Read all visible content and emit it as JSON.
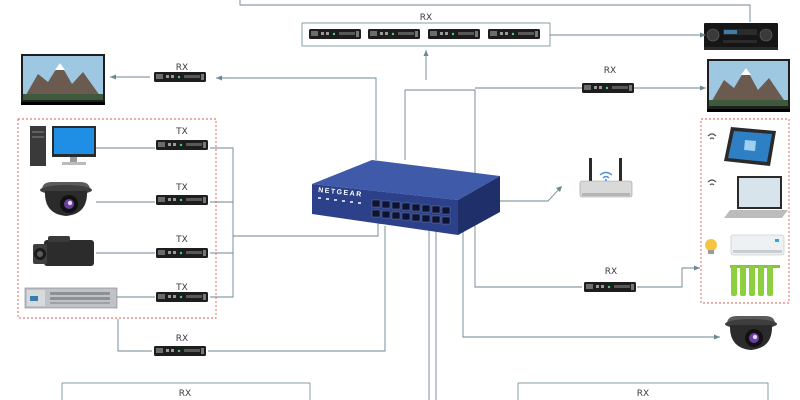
{
  "labels": {
    "rx_bank_top": "RX",
    "rx_left": "RX",
    "tx_1": "TX",
    "tx_2": "TX",
    "tx_3": "TX",
    "tx_4": "TX",
    "rx_bottom_left": "RX",
    "rx_right_top": "RX",
    "rx_right_mid": "RX",
    "rx_bank_bottom_left": "RX",
    "rx_bank_bottom_right": "RX",
    "switch_brand": "NETGEAR"
  },
  "icons": [
    "av-receiver-icon",
    "tv-left-icon",
    "tv-right-icon",
    "desktop-pc-icon",
    "dome-camera-left-icon",
    "dome-camera-right-icon",
    "camcorder-icon",
    "server-icon",
    "network-switch-icon",
    "wifi-router-icon",
    "tablet-icon",
    "laptop-icon",
    "light-bulb-icon",
    "air-conditioner-icon",
    "radiator-icon"
  ],
  "colors": {
    "connection_line": "#6b8791",
    "group_border": "#e05a4e",
    "switch_body": "#2c4189",
    "label_text": "#3a3a3a"
  }
}
